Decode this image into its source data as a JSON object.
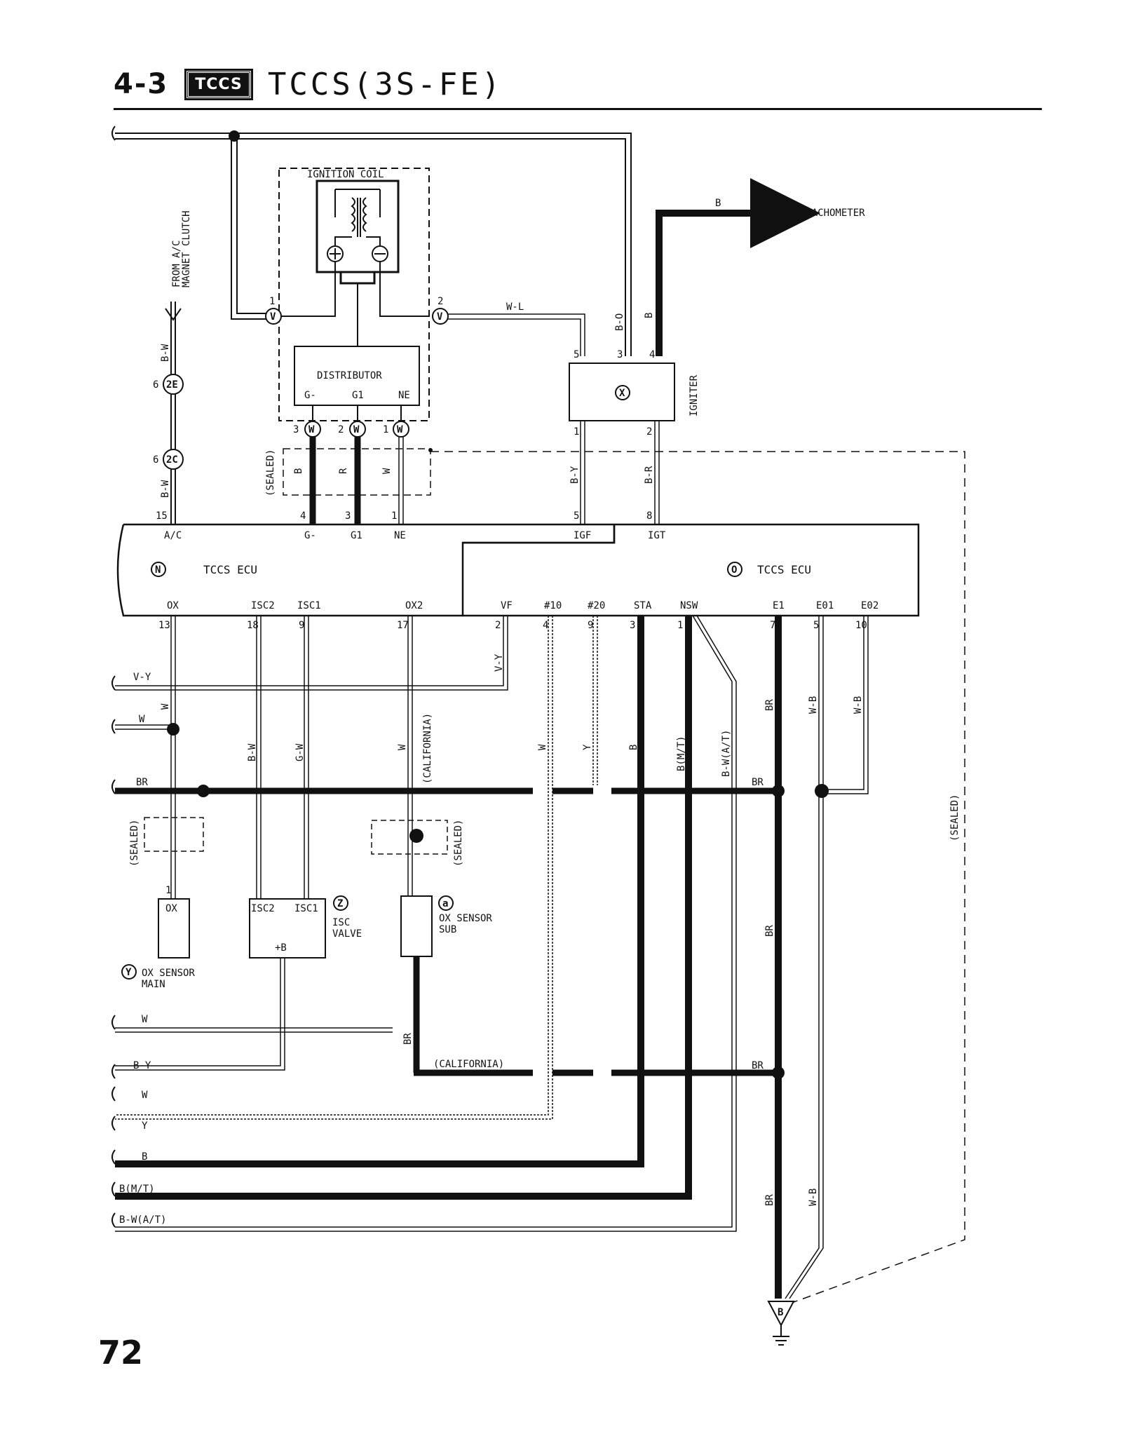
{
  "header": {
    "section": "4-3",
    "badge": "TCCS",
    "title": "TCCS(3S-FE)"
  },
  "page_number": "72",
  "components": {
    "ignition_coil": "IGNITION COIL",
    "distributor": "DISTRIBUTOR",
    "distributor_pins": [
      "G-",
      "G1",
      "NE"
    ],
    "igniter": "IGNITER",
    "igniter_code": "X",
    "ecu_n": "TCCS ECU",
    "ecu_n_code": "N",
    "ecu_o": "TCCS ECU",
    "ecu_o_code": "O",
    "ox_sensor_main": "OX SENSOR\nMAIN",
    "ox_sensor_main_code": "Y",
    "ox_box": "OX",
    "isc_valve": "ISC\nVALVE",
    "isc_valve_code": "Z",
    "isc_pins": [
      "ISC2",
      "ISC1",
      "+B"
    ],
    "ox_sensor_sub": "OX SENSOR\nSUB",
    "ox_sensor_sub_code": "a",
    "ground_code": "B",
    "to_tachometer": "TO TACHOMETER",
    "from_ac": "FROM A/C\nMAGNET CLUTCH"
  },
  "ecu_top_pins": [
    {
      "label": "A/C",
      "num": "15"
    },
    {
      "label": "G-",
      "num": "4"
    },
    {
      "label": "G1",
      "num": "3"
    },
    {
      "label": "NE",
      "num": "1"
    },
    {
      "label": "IGF",
      "num": "5"
    },
    {
      "label": "IGT",
      "num": "8"
    }
  ],
  "ecu_bottom_pins": [
    {
      "label": "OX",
      "num": "13"
    },
    {
      "label": "ISC2",
      "num": "18"
    },
    {
      "label": "ISC1",
      "num": "9"
    },
    {
      "label": "OX2",
      "num": "17"
    },
    {
      "label": "VF",
      "num": "2"
    },
    {
      "label": "#10",
      "num": "4"
    },
    {
      "label": "#20",
      "num": "9"
    },
    {
      "label": "STA",
      "num": "3"
    },
    {
      "label": "NSW",
      "num": "1"
    },
    {
      "label": "E1",
      "num": "7"
    },
    {
      "label": "E01",
      "num": "5"
    },
    {
      "label": "E02",
      "num": "10"
    }
  ],
  "connectors": {
    "v": "V",
    "w": "W",
    "e2": "2E",
    "c2": "2C",
    "v_pins": [
      "1",
      "2"
    ],
    "w_pins": [
      "3",
      "2",
      "1"
    ],
    "e2_pin": "6",
    "c2_pin": "6",
    "igniter_pins": [
      "5",
      "3",
      "4",
      "1",
      "2"
    ]
  },
  "wire_colors": {
    "b_o": "B-O",
    "b": "B",
    "w_l": "W-L",
    "b_w": "B-W",
    "r": "R",
    "w": "W",
    "b_y": "B-Y",
    "b_r": "B-R",
    "v_y": "V-Y",
    "br": "BR",
    "g_w": "G-W",
    "y": "Y",
    "b_mt": "B(M/T)",
    "b_w_at": "B-W(A/T)",
    "w_b": "W-B"
  },
  "notes": {
    "sealed": "(SEALED)",
    "california": "(CALIFORNIA)"
  },
  "harness_left": [
    "V-Y",
    "W",
    "BR",
    "W",
    "B-Y",
    "W",
    "Y",
    "B",
    "B(M/T)",
    "B-W(A/T)"
  ]
}
